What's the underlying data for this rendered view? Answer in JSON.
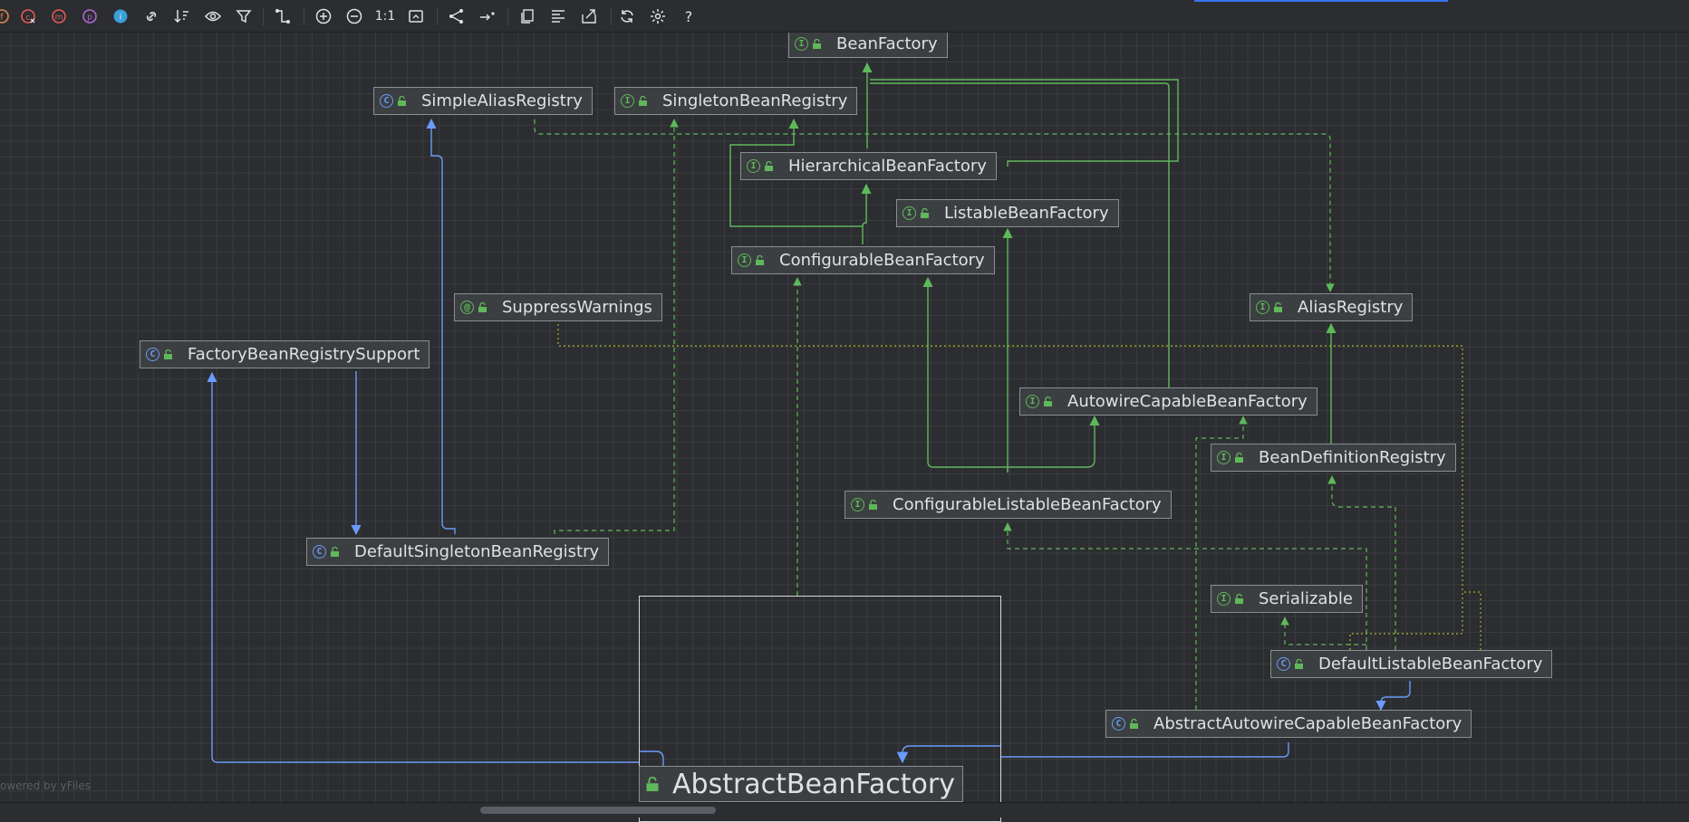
{
  "toolbar": {
    "buttons": [
      {
        "name": "show-fields-icon",
        "glyph": "f",
        "color": "#e08855"
      },
      {
        "name": "show-constructors-icon",
        "glyph": "c",
        "color": "#e05a5a"
      },
      {
        "name": "show-methods-icon",
        "glyph": "m",
        "color": "#e05a5a"
      },
      {
        "name": "show-properties-icon",
        "glyph": "p",
        "color": "#b066d6"
      },
      {
        "name": "show-inner-classes-icon",
        "glyph": "i",
        "color": "#3a9fd9"
      },
      {
        "name": "show-dependencies-icon"
      },
      {
        "name": "sort-icon"
      },
      {
        "name": "visibility-icon"
      },
      {
        "name": "filter-icon"
      },
      {
        "name": "edge-routing-icon"
      },
      {
        "name": "zoom-in-icon"
      },
      {
        "name": "zoom-out-icon"
      },
      {
        "name": "actual-size-icon",
        "text": "1:1"
      },
      {
        "name": "fit-content-icon"
      },
      {
        "name": "layout-icon"
      },
      {
        "name": "apply-layout-icon"
      },
      {
        "name": "copy-diagram-icon"
      },
      {
        "name": "align-icon"
      },
      {
        "name": "export-icon"
      },
      {
        "name": "refresh-icon"
      },
      {
        "name": "settings-icon"
      },
      {
        "name": "help-icon",
        "text": "?"
      }
    ]
  },
  "nodes": [
    {
      "id": "beanfactory",
      "kind": "interface",
      "label": "BeanFactory"
    },
    {
      "id": "simplealiasregistry",
      "kind": "class",
      "label": "SimpleAliasRegistry"
    },
    {
      "id": "singletonbeanregistry",
      "kind": "interface",
      "label": "SingletonBeanRegistry"
    },
    {
      "id": "hierarchicalbeanfactory",
      "kind": "interface",
      "label": "HierarchicalBeanFactory"
    },
    {
      "id": "listablebeanfactory",
      "kind": "interface",
      "label": "ListableBeanFactory"
    },
    {
      "id": "configurablebeanfactory",
      "kind": "interface",
      "label": "ConfigurableBeanFactory"
    },
    {
      "id": "suppresswarnings",
      "kind": "annotation",
      "label": "SuppressWarnings"
    },
    {
      "id": "aliasregistry",
      "kind": "interface",
      "label": "AliasRegistry"
    },
    {
      "id": "factorybeanregistrysupport",
      "kind": "abstract-class",
      "label": "FactoryBeanRegistrySupport"
    },
    {
      "id": "autowirecapablebeanfactory",
      "kind": "interface",
      "label": "AutowireCapableBeanFactory"
    },
    {
      "id": "beandefinitionregistry",
      "kind": "interface",
      "label": "BeanDefinitionRegistry"
    },
    {
      "id": "configurablelistablebeanfactory",
      "kind": "interface",
      "label": "ConfigurableListableBeanFactory"
    },
    {
      "id": "defaultsingletonbeanregistry",
      "kind": "class",
      "label": "DefaultSingletonBeanRegistry"
    },
    {
      "id": "serializable",
      "kind": "interface",
      "label": "Serializable"
    },
    {
      "id": "defaultlistablebeanfactory",
      "kind": "class",
      "label": "DefaultListableBeanFactory"
    },
    {
      "id": "abstractautowirecapablebeanfactory",
      "kind": "abstract-class",
      "label": "AbstractAutowireCapableBeanFactory"
    }
  ],
  "selected_node": {
    "label": "AbstractBeanFactory"
  },
  "colors": {
    "extends": "#6b9bfa",
    "implements": "#5fb85a",
    "annotation": "#a8b820",
    "node_fill": "#3c3f41",
    "node_border": "#8a8d92",
    "canvas": "#2b2d30"
  },
  "watermark": "owered by yFiles"
}
